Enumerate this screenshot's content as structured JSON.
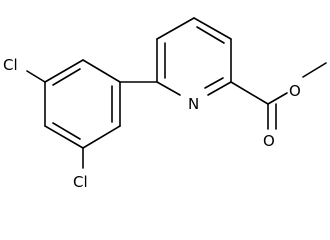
{
  "molecule": {
    "atoms": {
      "ring_nitrogen": "N",
      "chlorine_top": "Cl",
      "chlorine_bottom": "Cl",
      "ester_oxygen_double": "O",
      "ester_oxygen_single": "O"
    },
    "colors": {
      "bond": "#000000",
      "text": "#000000",
      "background": "#ffffff"
    }
  }
}
